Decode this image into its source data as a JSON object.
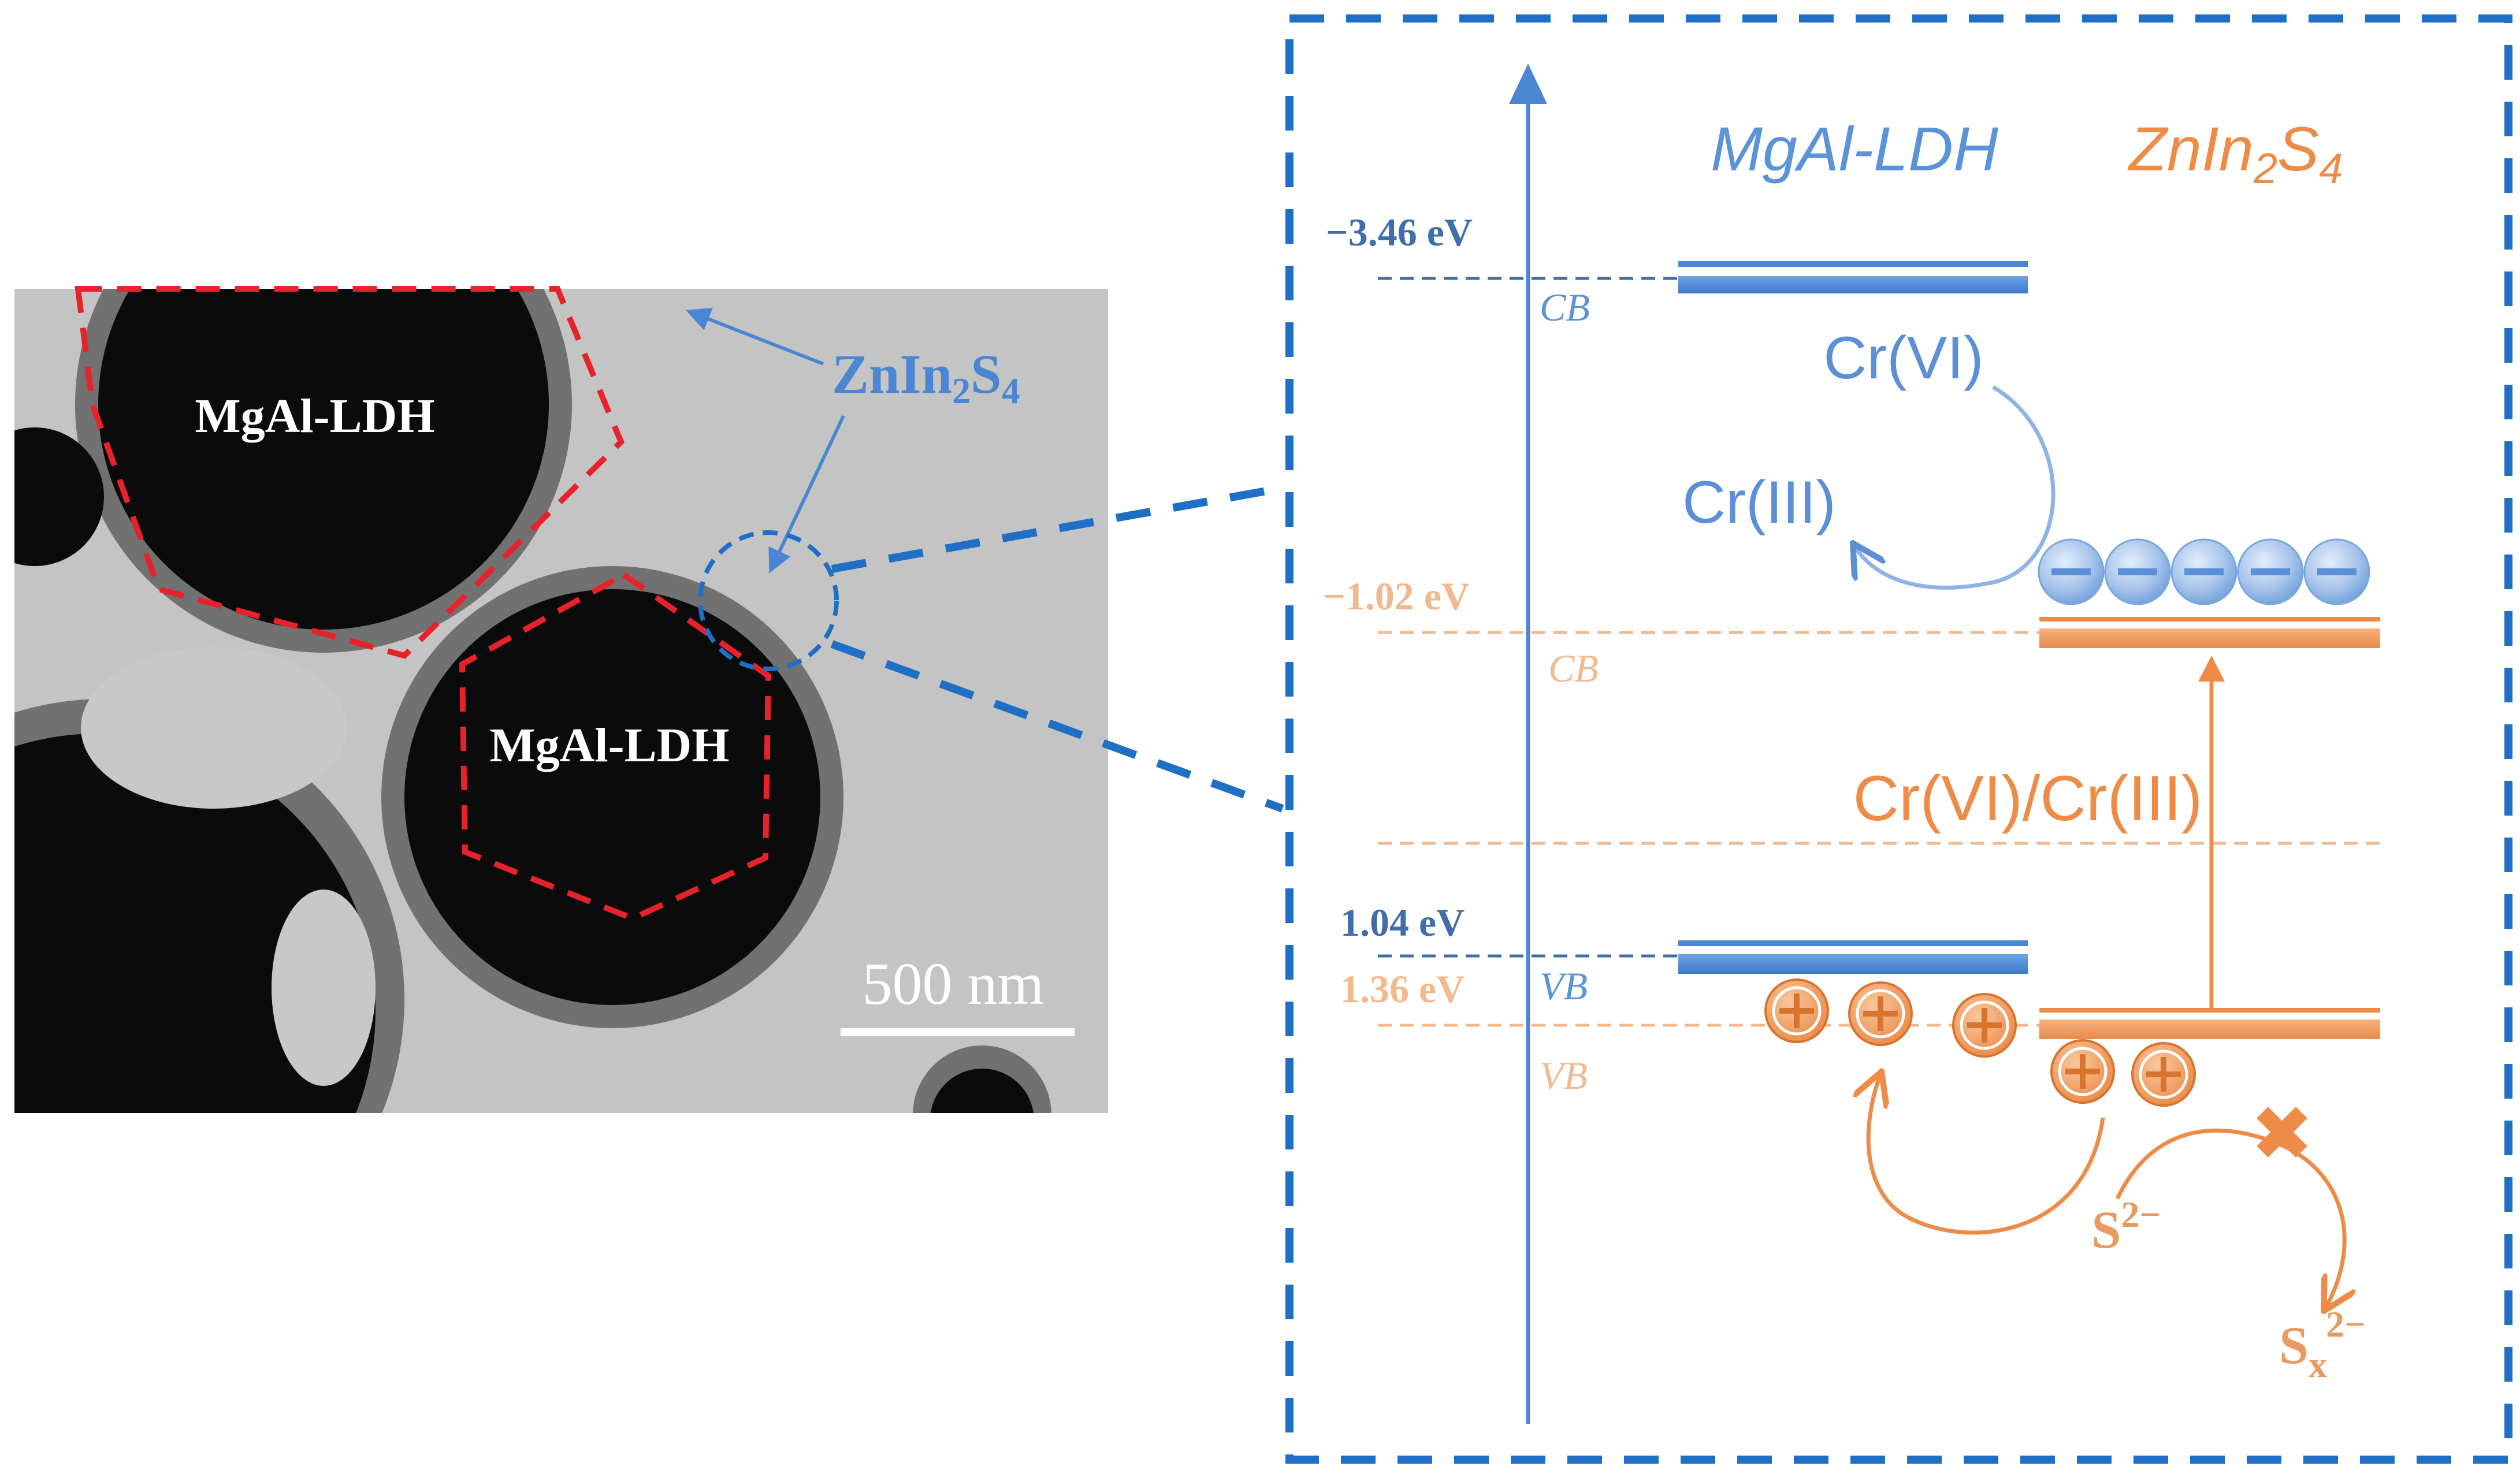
{
  "tem_image": {
    "labels": {
      "particle_top": "MgAl-LDH",
      "particle_center": "MgAl-LDH"
    },
    "callout": {
      "base": "ZnIn",
      "sub1": "2",
      "mid": "S",
      "sub2": "4"
    },
    "scale_bar": "500 nm"
  },
  "band_diagram": {
    "materials": {
      "ldh": "MgAl-LDH",
      "zis": {
        "base": "ZnIn",
        "sub1": "2",
        "mid": "S",
        "sub2": "4"
      }
    },
    "energy_levels": {
      "ldh_cb": "−3.46 eV",
      "zis_cb": "−1.02 eV",
      "ldh_vb": "1.04 eV",
      "zis_vb": "1.36 eV"
    },
    "band_labels": {
      "ldh_cb": "CB",
      "zis_cb": "CB",
      "ldh_vb": "VB",
      "zis_vb": "VB"
    },
    "species": {
      "cr6": "Cr(VI)",
      "cr3": "Cr(III)",
      "redox_couple": "Cr(VI)/Cr(III)",
      "sulfide": {
        "base": "S",
        "sup": "2−"
      },
      "polysulfide": {
        "base": "S",
        "sub": "x",
        "sup": "2−"
      }
    },
    "carriers": {
      "electron_count": 5,
      "hole_count": 5
    },
    "colors": {
      "ldh": "#4a86d4",
      "zis": "#ee8c47",
      "zis_light": "#f2b98e",
      "frame": "#1f6fc6",
      "outline": "#e8222a"
    }
  }
}
